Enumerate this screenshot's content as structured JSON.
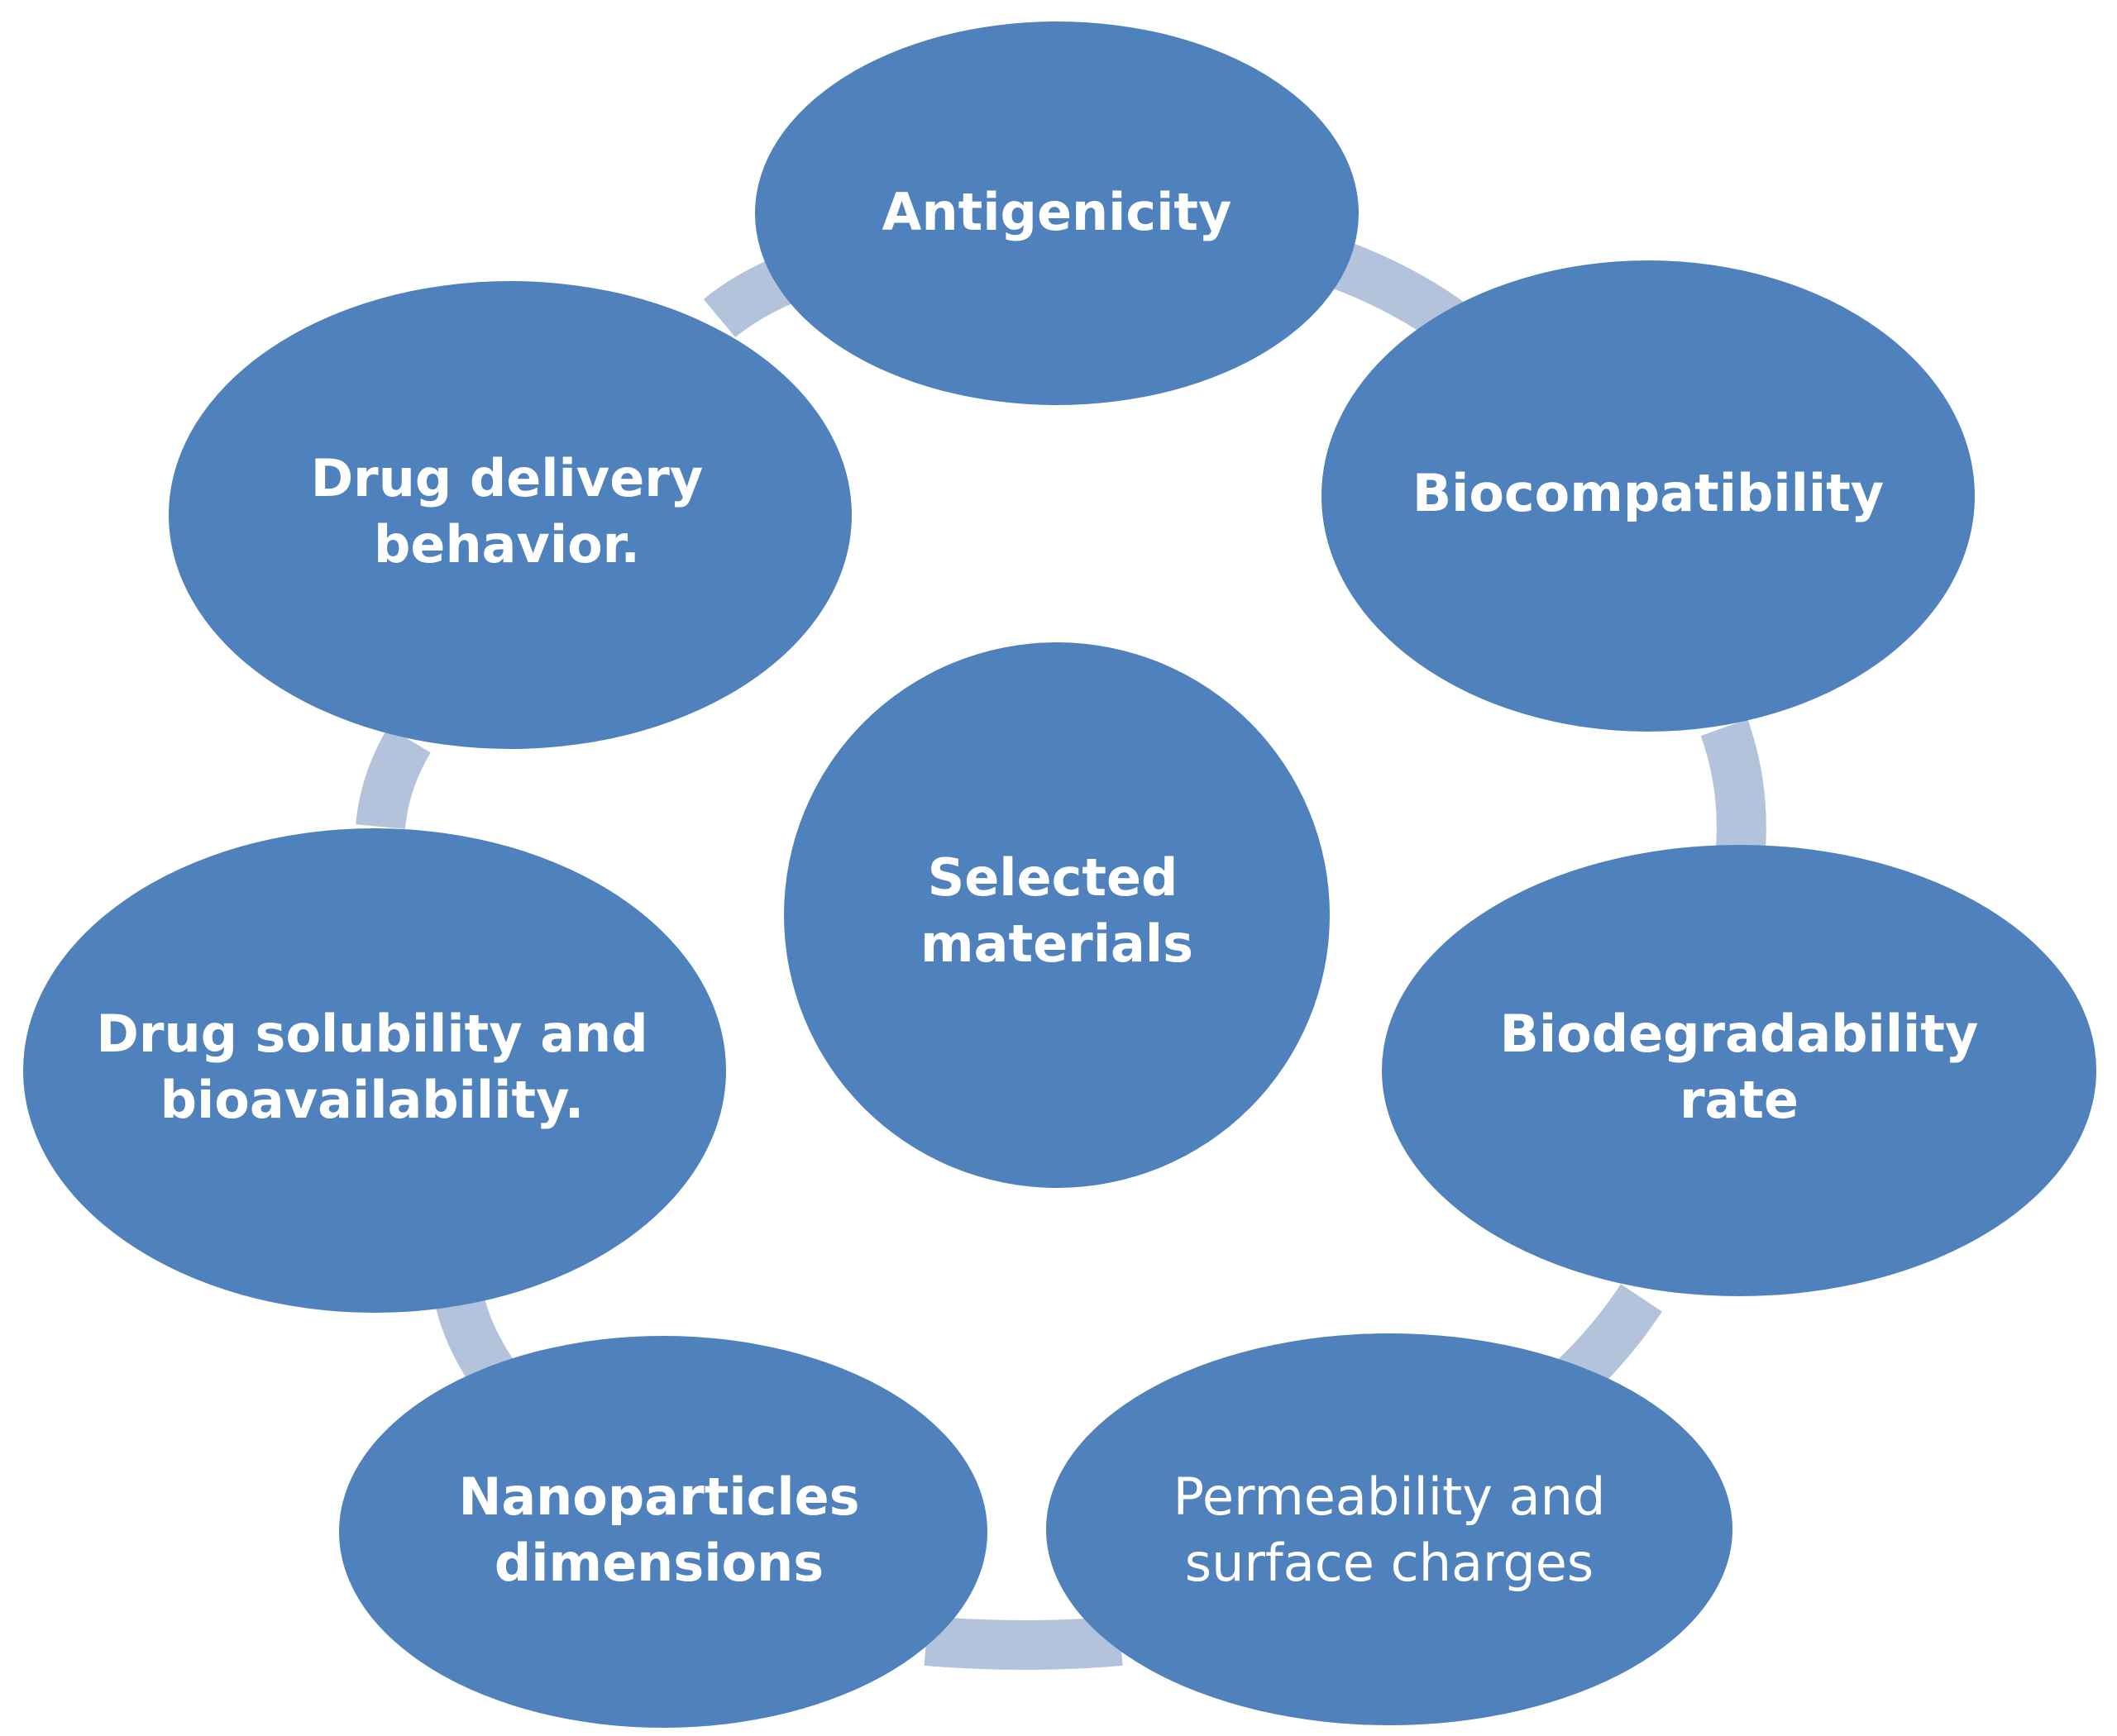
{
  "colors": {
    "node_fill": "#4f81bd",
    "connector": "#b4c3dc",
    "text": "#ffffff",
    "background": "#ffffff"
  },
  "center": {
    "line1": "Selected",
    "line2": "materials"
  },
  "nodes": [
    {
      "id": "antigenicity",
      "line1": "Antigenicity",
      "line2": "",
      "bold": true
    },
    {
      "id": "biocompatibility",
      "line1": "Biocompatibility",
      "line2": "",
      "bold": true
    },
    {
      "id": "biodegradability",
      "line1": "Biodegradability",
      "line2": "rate",
      "bold": true
    },
    {
      "id": "permeability",
      "line1": "Permeability and",
      "line2": "surface charges",
      "bold": false
    },
    {
      "id": "nanoparticles",
      "line1": "Nanoparticles",
      "line2": "dimensions",
      "bold": true
    },
    {
      "id": "solubility",
      "line1": "Drug solubility and",
      "line2": "bioavailability.",
      "bold": true
    },
    {
      "id": "delivery",
      "line1": "Drug delivery",
      "line2": "behavior.",
      "bold": true
    }
  ]
}
